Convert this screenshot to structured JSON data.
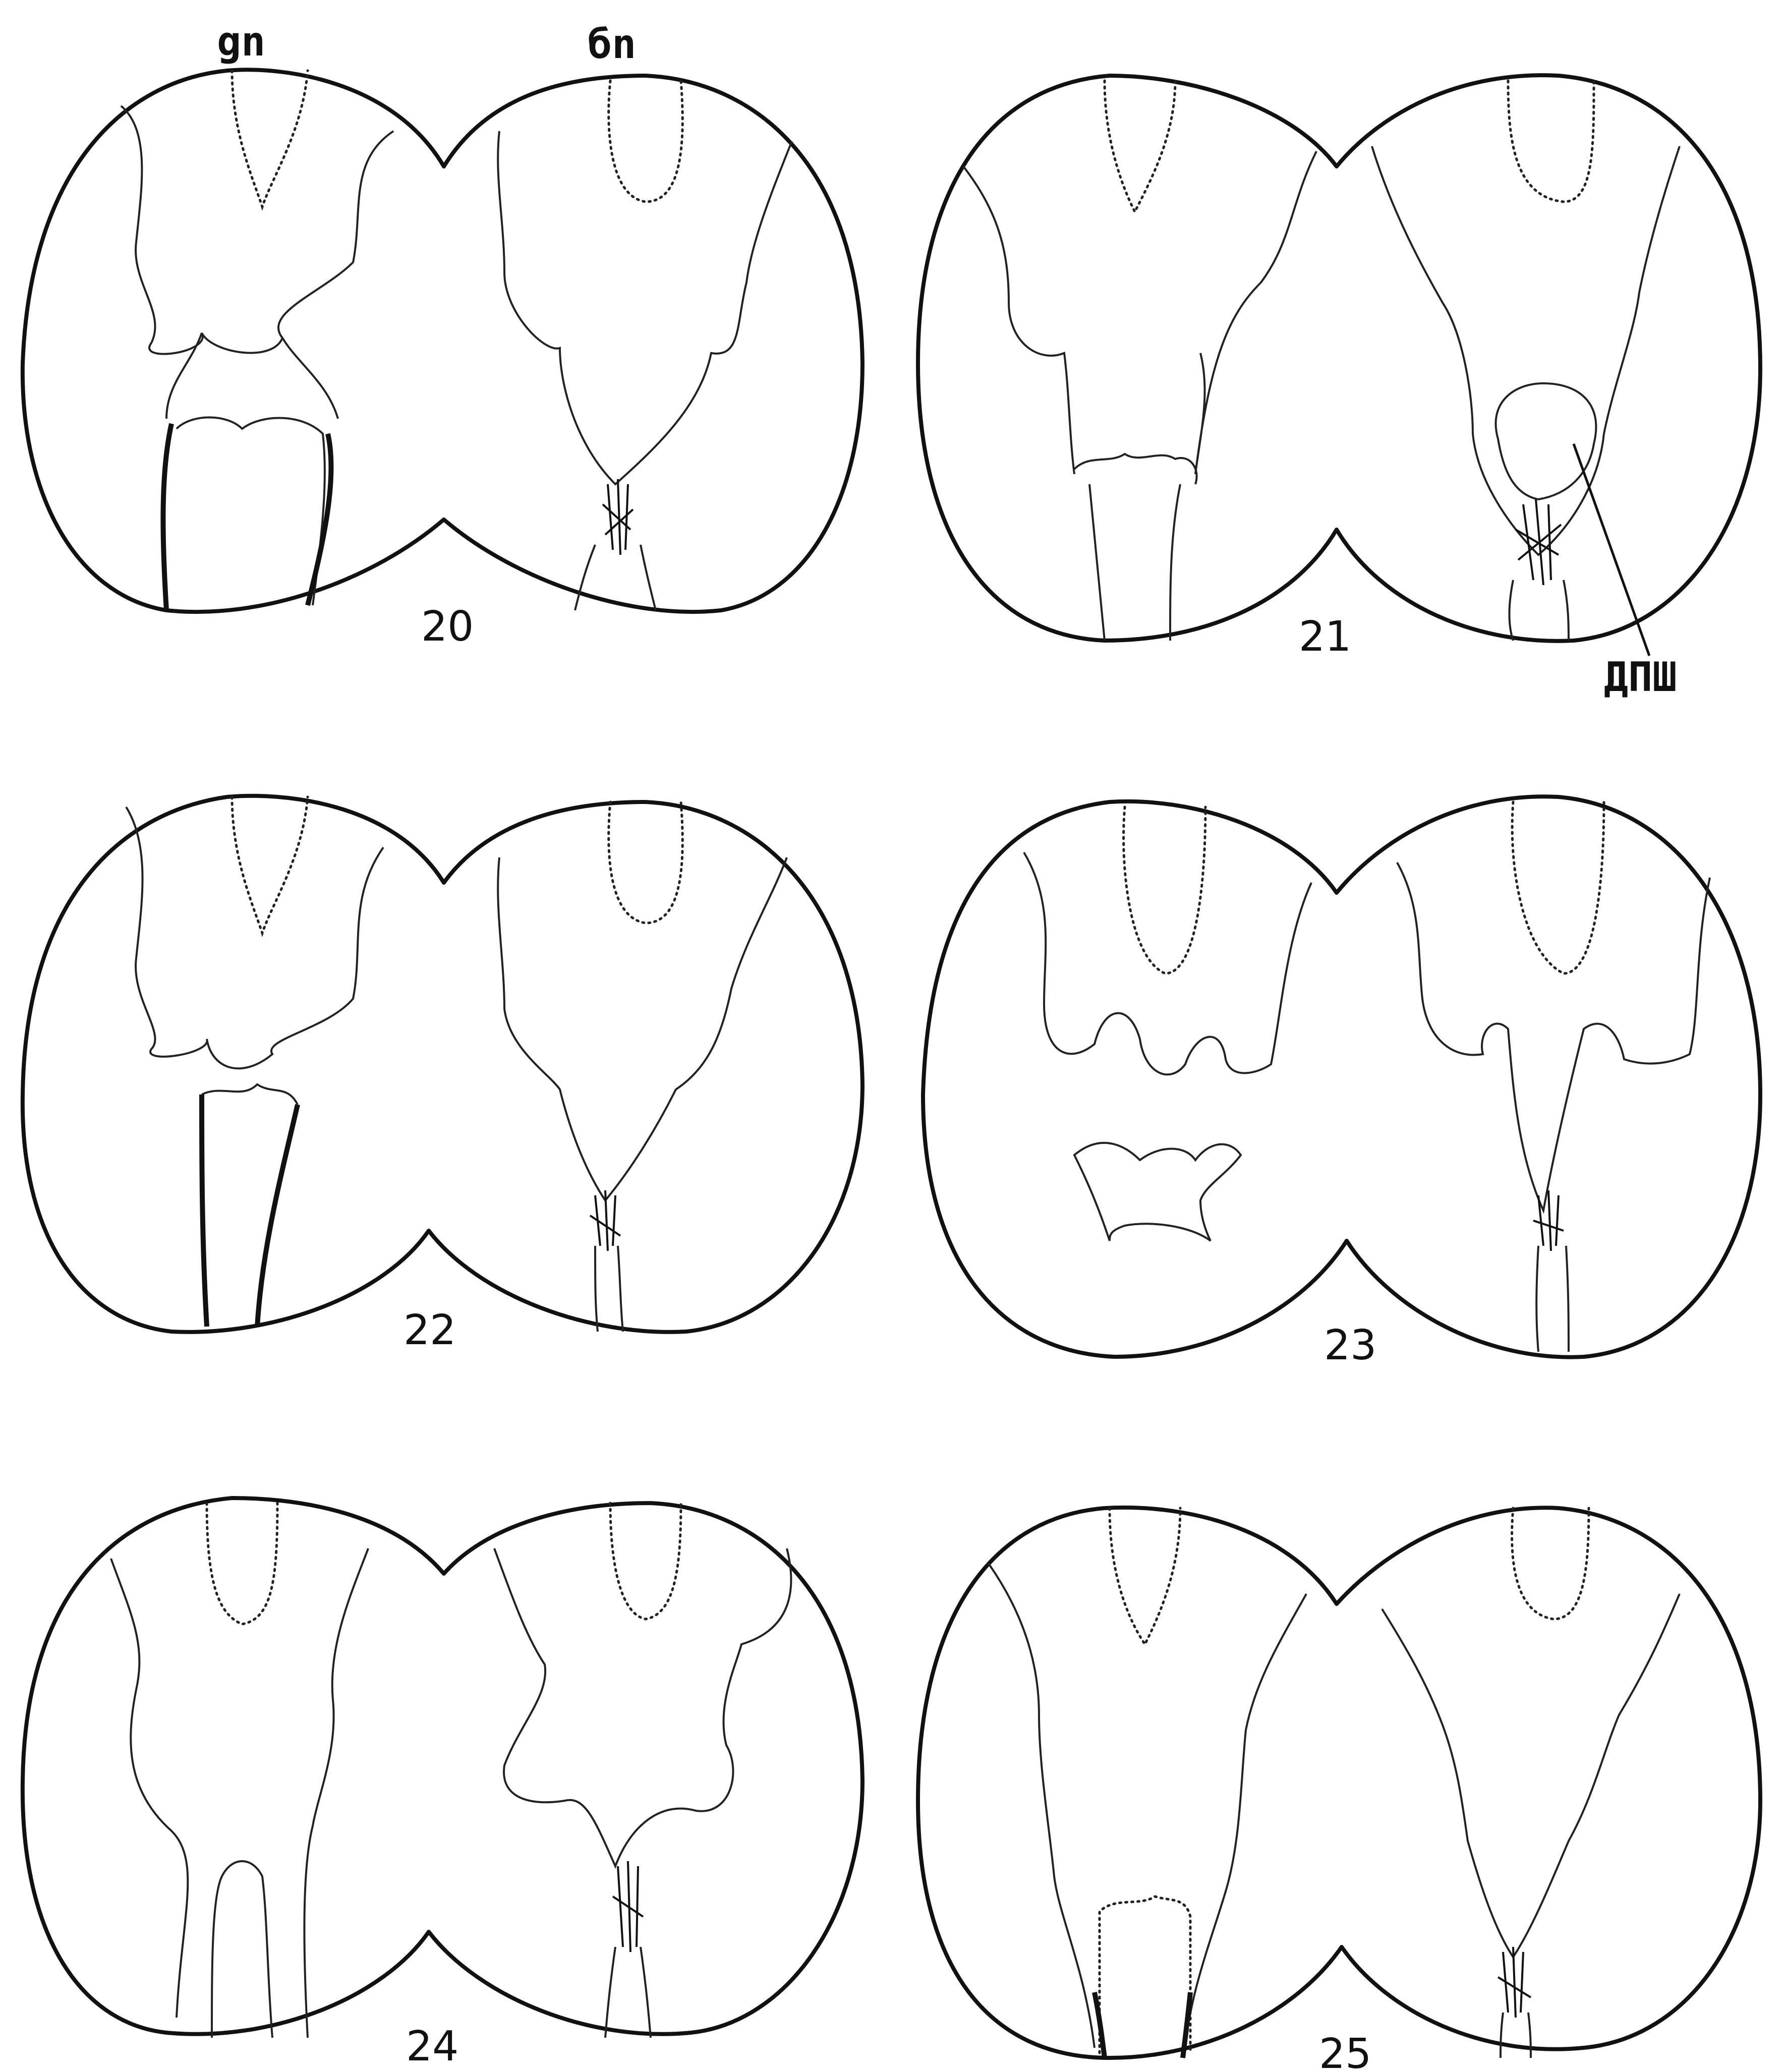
{
  "labels": {
    "left_column": "gn",
    "right_column": "бn",
    "pointer": "ДПШ"
  },
  "sections": [
    {
      "number": "20"
    },
    {
      "number": "21"
    },
    {
      "number": "22"
    },
    {
      "number": "23"
    },
    {
      "number": "24"
    },
    {
      "number": "25"
    }
  ],
  "colors": {
    "ink": "#111111",
    "paper": "#ffffff"
  }
}
